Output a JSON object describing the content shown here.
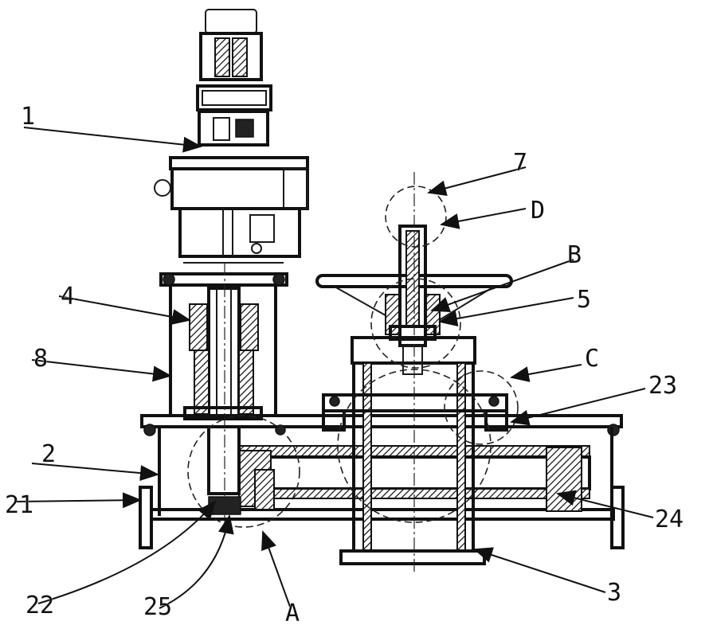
{
  "labels": {
    "l1": "1",
    "l2": "2",
    "l3": "3",
    "l4": "4",
    "l5": "5",
    "l7": "7",
    "l8": "8",
    "l21": "21",
    "l22": "22",
    "l23": "23",
    "l24": "24",
    "l25": "25",
    "lA": "A",
    "lB": "B",
    "lC": "C",
    "lD": "D"
  },
  "colors": {
    "ink": "#111111",
    "paper": "#ffffff"
  }
}
